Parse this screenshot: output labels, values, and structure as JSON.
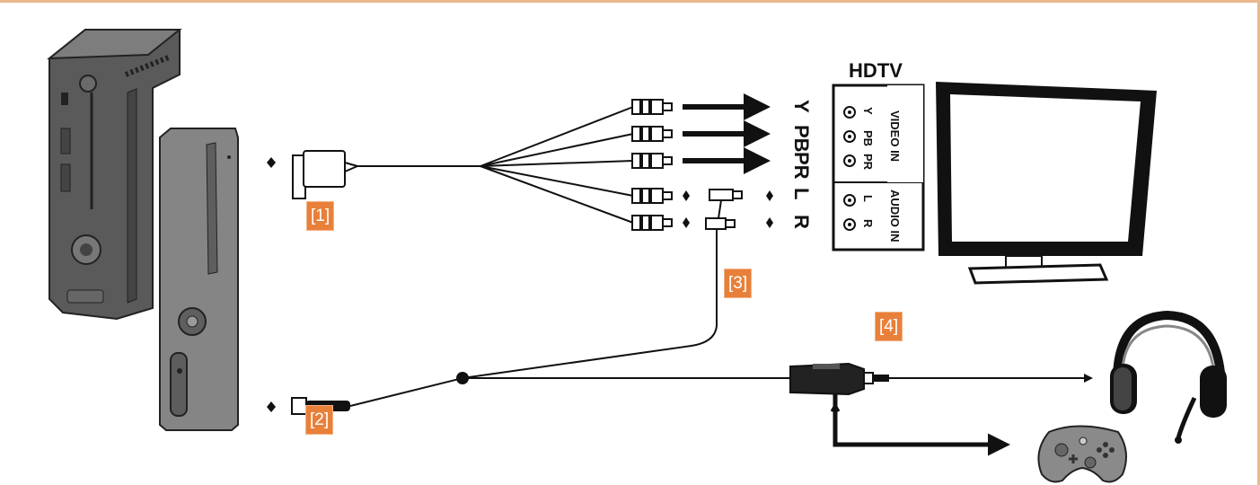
{
  "tv": {
    "heading": "HDTV",
    "video_panel_label": "VIDEO IN",
    "audio_panel_label": "AUDIO IN",
    "video_port_labels": [
      "Y",
      "PB",
      "PR"
    ],
    "audio_port_labels": [
      "L",
      "R"
    ]
  },
  "connector_labels": {
    "video": [
      "Y",
      "PB",
      "PR"
    ],
    "audio": [
      "L",
      "R"
    ]
  },
  "badges": {
    "b1": "[1]",
    "b2": "[2]",
    "b3": "[3]",
    "b4": "[4]"
  },
  "colors": {
    "badge": "#e8803a",
    "frame_border": "#e8b98d",
    "console_dark": "#555555",
    "console_light": "#8a8a8a",
    "line": "#111111"
  }
}
